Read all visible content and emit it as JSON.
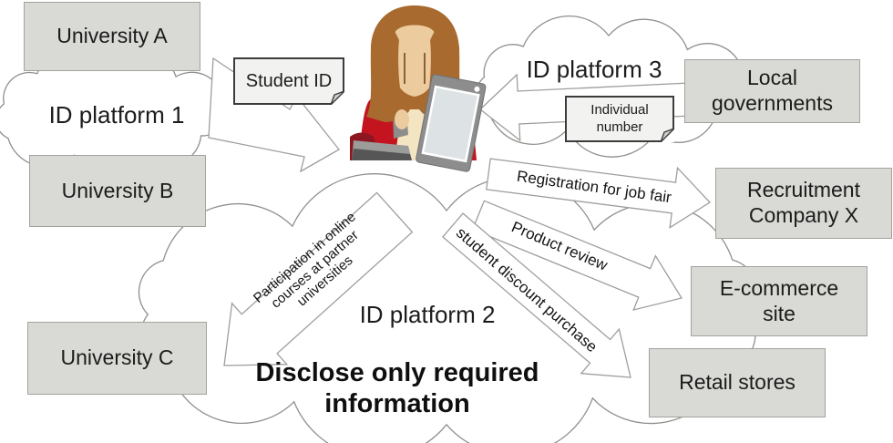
{
  "palette": {
    "box_fill": "#d9d9d5",
    "box_border": "#a2a29e",
    "note_fill": "#f2f2f0",
    "note_border": "#3c3c3c",
    "cloud_stroke": "#8f8f8c",
    "arrow_stroke": "#9e9e9b",
    "arrow_fill": "#ffffff",
    "text": "#1c1c1c",
    "jacket_red": "#c3141f",
    "hair_brown": "#a86a2e",
    "skin": "#eccb9e"
  },
  "boxes": [
    {
      "id": "university-a",
      "label": "University A"
    },
    {
      "id": "university-b",
      "label": "University B"
    },
    {
      "id": "university-c",
      "label": "University C"
    },
    {
      "id": "local-governments",
      "label": "Local\ngovernments"
    },
    {
      "id": "recruitment-company-x",
      "label": "Recruitment\nCompany X"
    },
    {
      "id": "e-commerce-site",
      "label": "E-commerce\nsite"
    },
    {
      "id": "retail-stores",
      "label": "Retail stores"
    }
  ],
  "clouds": [
    {
      "id": "id-platform-1",
      "label": "ID platform 1"
    },
    {
      "id": "id-platform-2",
      "label": "ID platform 2"
    },
    {
      "id": "id-platform-3",
      "label": "ID platform 3"
    }
  ],
  "notes": [
    {
      "id": "student-id",
      "label": "Student ID"
    },
    {
      "id": "individual-number",
      "label": "Individual\nnumber"
    }
  ],
  "flows": [
    {
      "id": "registration-for-job-fair",
      "label": "Registration for job fair"
    },
    {
      "id": "product-review",
      "label": "Product review"
    },
    {
      "id": "student-discount-purchase",
      "label": "student discount purchase"
    },
    {
      "id": "participation-online-courses",
      "label": "Participation in online\ncourses at partner\nuniversities"
    }
  ],
  "caption": "Disclose only required information",
  "icons": {
    "person": "student-holding-smartphone-illustration"
  }
}
